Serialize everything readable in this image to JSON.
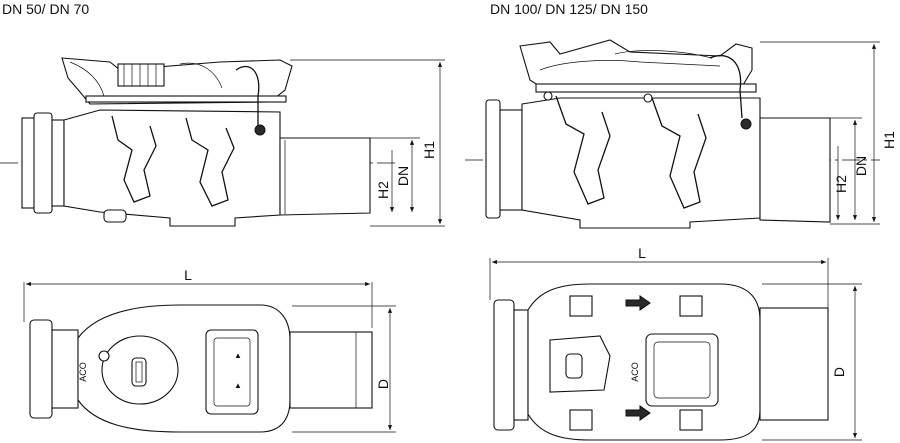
{
  "drawings": {
    "small": {
      "title": "DN 50/ DN 70",
      "logo": "ACO"
    },
    "large": {
      "title": "DN 100/ DN 125/ DN 150",
      "logo": "ACO"
    }
  },
  "dimensions": {
    "h1": "H1",
    "dn": "DN",
    "h2": "H2",
    "l": "L",
    "d": "D"
  }
}
